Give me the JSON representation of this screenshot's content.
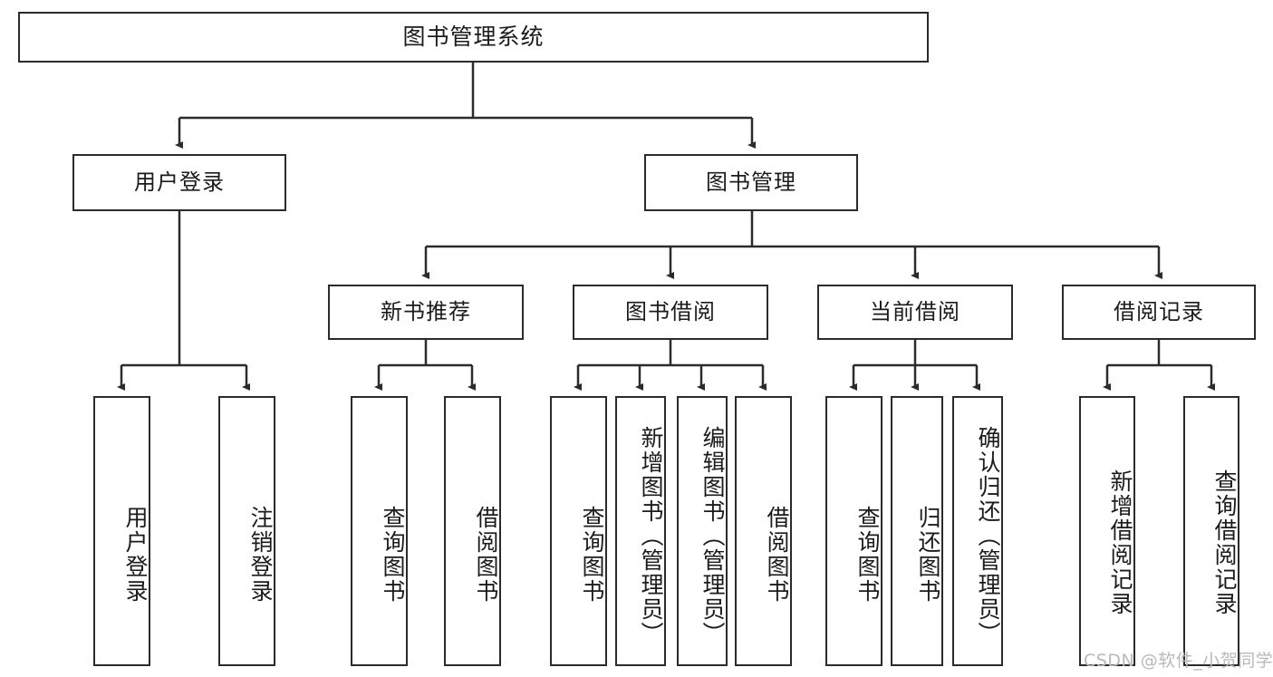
{
  "diagram": {
    "title": "图书管理系统",
    "type": "tree-hierarchy-chart",
    "colors": {
      "box_border": "#2b2b2b",
      "box_fill": "#ffffff",
      "edge": "#2b2b2b",
      "text": "#1b1b1b",
      "watermark": "#b9b9b9",
      "background": "#ffffff"
    }
  },
  "nodes": {
    "root": {
      "label": "图书管理系统",
      "level": 1
    },
    "level2": [
      {
        "id": "user-login",
        "label": "用户登录"
      },
      {
        "id": "book-manage",
        "label": "图书管理"
      }
    ],
    "level3": [
      {
        "id": "new-book-recommend",
        "label": "新书推荐"
      },
      {
        "id": "book-borrow",
        "label": "图书借阅"
      },
      {
        "id": "current-borrow",
        "label": "当前借阅"
      },
      {
        "id": "borrow-record",
        "label": "借阅记录"
      }
    ],
    "leaves": {
      "user-login": [
        {
          "id": "leaf-user-login",
          "label": "用户登录"
        },
        {
          "id": "leaf-logout",
          "label": "注销登录"
        }
      ],
      "new-book-recommend": [
        {
          "id": "leaf-query-book-1",
          "label": "查询图书"
        },
        {
          "id": "leaf-borrow-book-1",
          "label": "借阅图书"
        }
      ],
      "book-borrow": [
        {
          "id": "leaf-query-book-2",
          "label": "查询图书"
        },
        {
          "id": "leaf-add-book",
          "label": "新增图书（管理员）"
        },
        {
          "id": "leaf-edit-book",
          "label": "编辑图书（管理员）"
        },
        {
          "id": "leaf-borrow-book-2",
          "label": "借阅图书"
        }
      ],
      "current-borrow": [
        {
          "id": "leaf-query-book-3",
          "label": "查询图书"
        },
        {
          "id": "leaf-return-book",
          "label": "归还图书"
        },
        {
          "id": "leaf-confirm-return",
          "label": "确认归还（管理员）"
        }
      ],
      "borrow-record": [
        {
          "id": "leaf-add-record",
          "label": "新增借阅记录"
        },
        {
          "id": "leaf-query-record",
          "label": "查询借阅记录"
        }
      ]
    }
  },
  "watermark": {
    "text": "CSDN @软件_小贺同学"
  }
}
